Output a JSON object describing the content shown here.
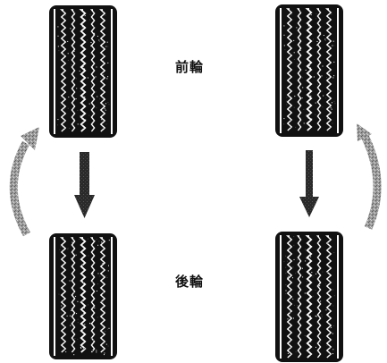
{
  "labels": {
    "front": "前輪",
    "rear": "後輪"
  },
  "tires": [
    {
      "id": "front-left",
      "position": "front-left"
    },
    {
      "id": "rear-left",
      "position": "rear-left"
    },
    {
      "id": "front-right",
      "position": "front-right"
    },
    {
      "id": "rear-right",
      "position": "rear-right"
    }
  ],
  "arrows": [
    {
      "id": "left-down",
      "type": "straight-down",
      "side": "left"
    },
    {
      "id": "right-down",
      "type": "straight-down",
      "side": "right"
    },
    {
      "id": "left-curve-up",
      "type": "curved-up",
      "side": "left"
    },
    {
      "id": "right-curve-up",
      "type": "curved-up",
      "side": "right"
    }
  ],
  "colors": {
    "tire": "#111111",
    "groove": "#ffffff",
    "arrow": "#222222",
    "curved_arrow": "#8a8a8a"
  }
}
